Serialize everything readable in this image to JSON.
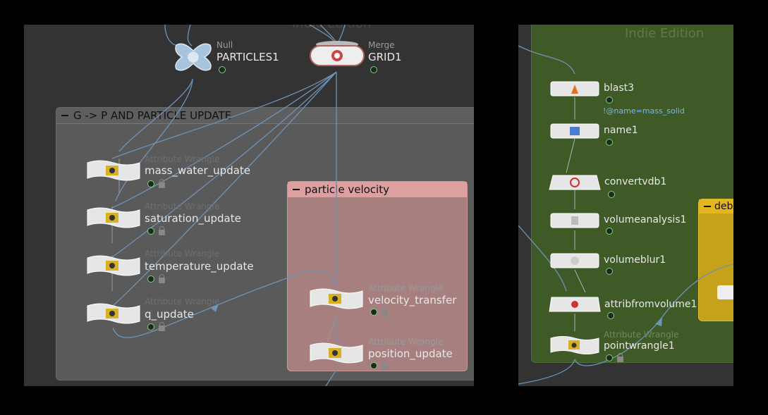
{
  "left_network": {
    "watermark": "Indie Edition",
    "nodes": {
      "particles1": {
        "type": "Null",
        "name": "PARTICLES1"
      },
      "grid1": {
        "type": "Merge",
        "name": "GRID1"
      }
    },
    "box_gp": {
      "title": "G -> P AND PARTICLE UPDATE",
      "nodes": [
        {
          "type": "Attribute Wrangle",
          "name": "mass_water_update"
        },
        {
          "type": "Attribute Wrangle",
          "name": "saturation_update"
        },
        {
          "type": "Attribute Wrangle",
          "name": "temperature_update"
        },
        {
          "type": "Attribute Wrangle",
          "name": "q_update"
        }
      ]
    },
    "box_pv": {
      "title": "particle velocity",
      "nodes": [
        {
          "type": "Attribute Wrangle",
          "name": "velocity_transfer"
        },
        {
          "type": "Attribute Wrangle",
          "name": "position_update"
        }
      ]
    }
  },
  "right_network": {
    "watermark": "Indie Edition",
    "nodes": [
      {
        "name": "blast3",
        "note": "!@name=mass_solid"
      },
      {
        "name": "name1"
      },
      {
        "name": "convertvdb1"
      },
      {
        "name": "volumeanalysis1"
      },
      {
        "name": "volumeblur1"
      },
      {
        "name": "attribfromvolume1"
      },
      {
        "type": "Attribute Wrangle",
        "name": "pointwrangle1"
      }
    ],
    "box_debug": {
      "title": "debu"
    }
  },
  "colors": {
    "bg": "#333333",
    "gp_box": "#5a5a5a",
    "pv_box": "#a87f7f",
    "pv_header": "#dda0a0",
    "green_box": "#3f5a27",
    "debug_box": "#c6a21a",
    "wire": "#6f93b7"
  }
}
